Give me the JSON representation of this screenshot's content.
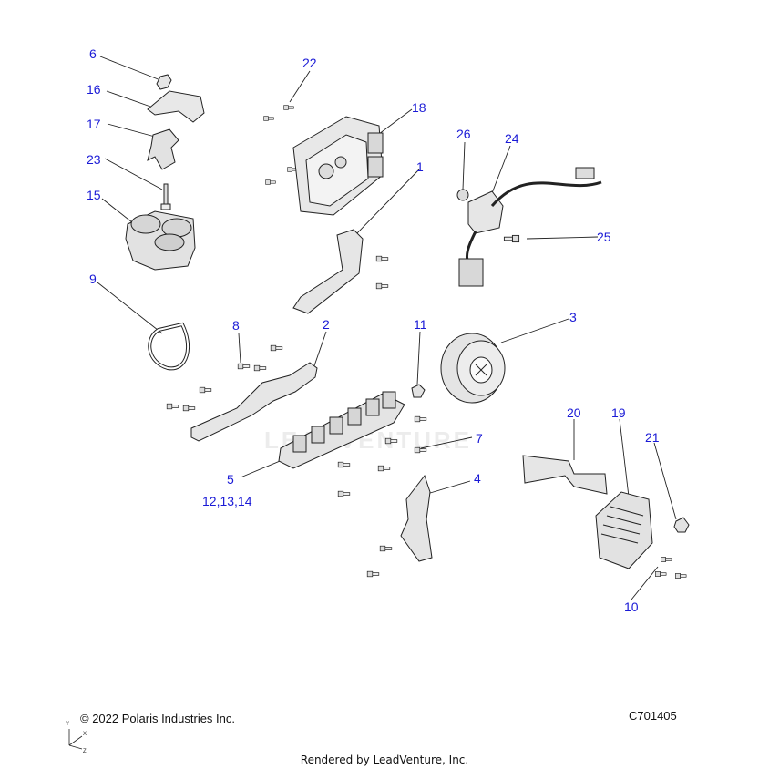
{
  "callouts": [
    {
      "id": "c1",
      "text": "1"
    },
    {
      "id": "c2",
      "text": "2"
    },
    {
      "id": "c3",
      "text": "3"
    },
    {
      "id": "c4",
      "text": "4"
    },
    {
      "id": "c5",
      "text": "5"
    },
    {
      "id": "c5b",
      "text": "12,13,14"
    },
    {
      "id": "c6",
      "text": "6"
    },
    {
      "id": "c7",
      "text": "7"
    },
    {
      "id": "c8",
      "text": "8"
    },
    {
      "id": "c9",
      "text": "9"
    },
    {
      "id": "c10",
      "text": "10"
    },
    {
      "id": "c11",
      "text": "11"
    },
    {
      "id": "c15",
      "text": "15"
    },
    {
      "id": "c16",
      "text": "16"
    },
    {
      "id": "c17",
      "text": "17"
    },
    {
      "id": "c18",
      "text": "18"
    },
    {
      "id": "c19",
      "text": "19"
    },
    {
      "id": "c20",
      "text": "20"
    },
    {
      "id": "c21",
      "text": "21"
    },
    {
      "id": "c22",
      "text": "22"
    },
    {
      "id": "c23",
      "text": "23"
    },
    {
      "id": "c24",
      "text": "24"
    },
    {
      "id": "c25",
      "text": "25"
    },
    {
      "id": "c26",
      "text": "26"
    }
  ],
  "footer": {
    "copyright": "© 2022 Polaris Industries Inc.",
    "diagram_code": "C701405",
    "rendered_by": "Rendered by LeadVenture, Inc.",
    "watermark": "LEADVENTURE",
    "axis_labels": {
      "y": "Y",
      "x": "X",
      "z": "Z"
    }
  },
  "colors": {
    "callout": "#1a1ad6",
    "line": "#222222",
    "part_fill": "#e4e4e4"
  }
}
